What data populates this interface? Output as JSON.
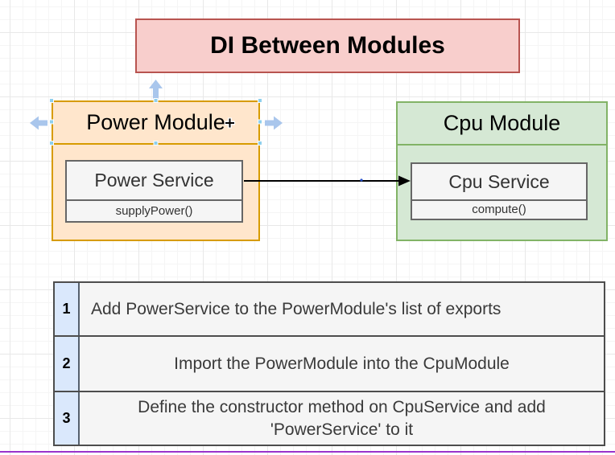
{
  "diagram": {
    "title": "DI Between Modules",
    "power_module": {
      "title": "Power Module",
      "service_name": "Power Service",
      "service_method": "supplyPower()"
    },
    "cpu_module": {
      "title": "Cpu Module",
      "service_name": "Cpu Service",
      "service_method": "compute()"
    }
  },
  "steps_table": {
    "rows": [
      {
        "num": "1",
        "text": "Add PowerService to the PowerModule's list of exports"
      },
      {
        "num": "2",
        "text": "Import the PowerModule into the CpuModule"
      },
      {
        "num": "3",
        "text": "Define the constructor method on CpuService and add 'PowerService' to it"
      }
    ]
  },
  "colors": {
    "title_fill": "#f8cecc",
    "title_stroke": "#b85450",
    "power_fill": "#ffe6cc",
    "power_stroke": "#d79b00",
    "cpu_fill": "#d5e8d4",
    "cpu_stroke": "#82b366",
    "service_fill": "#f5f5f5",
    "service_stroke": "#666666",
    "table_number_fill": "#dae8fc",
    "table_cell_fill": "#f5f5f5",
    "selection_arrow_blue": "#a9c6ec",
    "selection_handle_cyan": "#8fd0ee",
    "bottom_edge_purple": "#9933cc"
  }
}
